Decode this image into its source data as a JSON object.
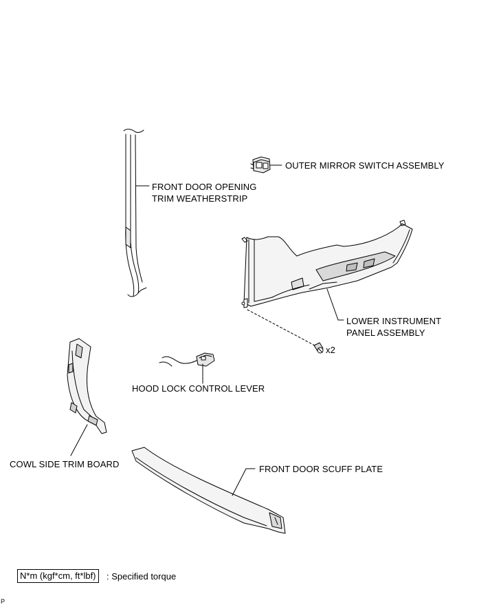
{
  "parts": {
    "outer_mirror_switch": "OUTER MIRROR SWITCH ASSEMBLY",
    "weatherstrip_line1": "FRONT DOOR OPENING",
    "weatherstrip_line2": "TRIM WEATHERSTRIP",
    "instrument_panel_line1": "LOWER INSTRUMENT",
    "instrument_panel_line2": "PANEL ASSEMBLY",
    "hood_lever": "HOOD LOCK CONTROL LEVER",
    "cowl_side_trim": "COWL SIDE TRIM BOARD",
    "scuff_plate": "FRONT DOOR SCUFF PLATE"
  },
  "fastener_qty": "x2",
  "legend": {
    "torque_unit": "N*m (kgf*cm, ft*lbf)",
    "description": ": Specified torque"
  },
  "page_code": "P",
  "colors": {
    "line": "#000000",
    "background": "#ffffff",
    "shade": "#d9d9d9"
  }
}
